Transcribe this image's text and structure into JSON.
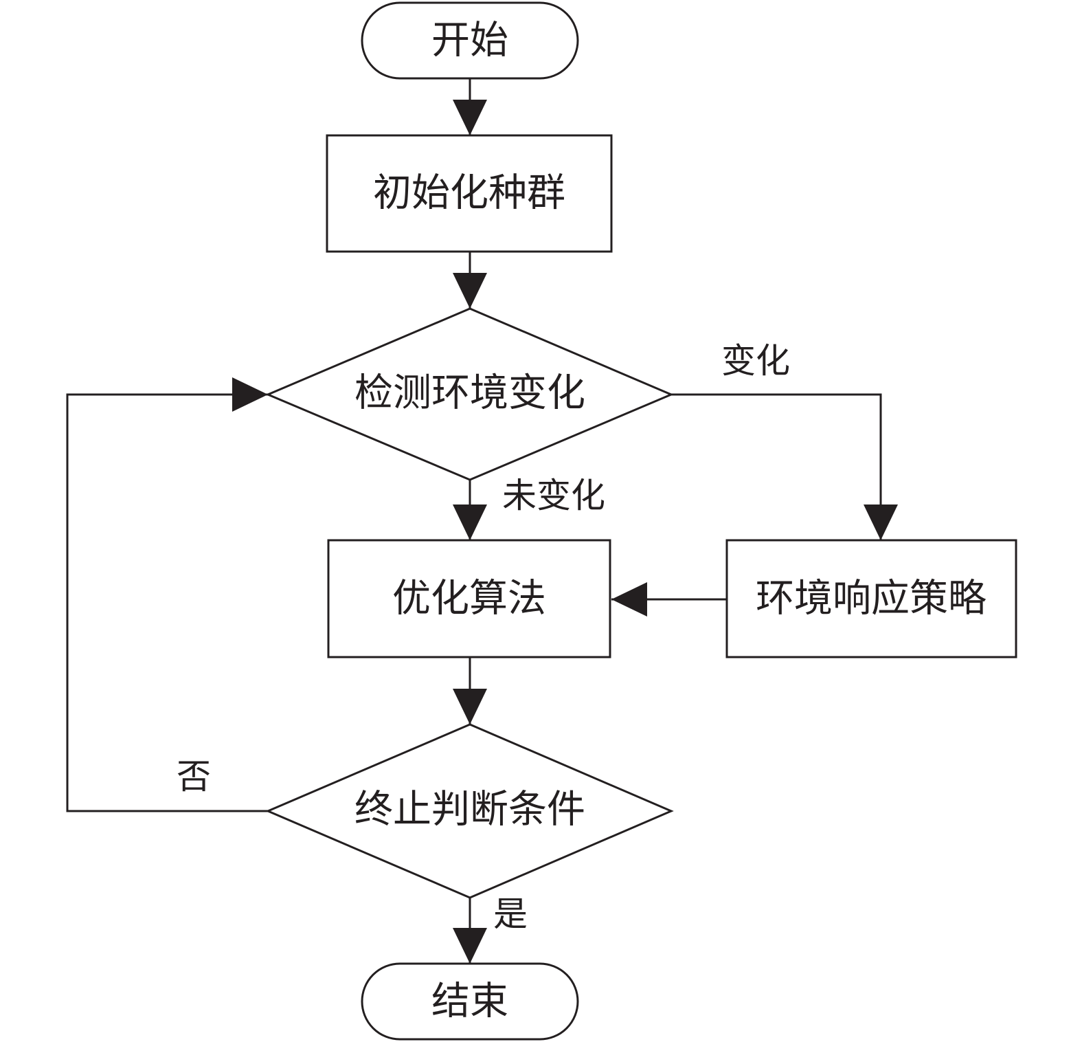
{
  "nodes": {
    "start": "开始",
    "init": "初始化种群",
    "detect": "检测环境变化",
    "optimize": "优化算法",
    "respond": "环境响应策略",
    "terminate": "终止判断条件",
    "end": "结束"
  },
  "edges": {
    "changed": "变化",
    "unchanged": "未变化",
    "no": "否",
    "yes": "是"
  },
  "colors": {
    "line": "#231f20",
    "background": "#ffffff"
  }
}
